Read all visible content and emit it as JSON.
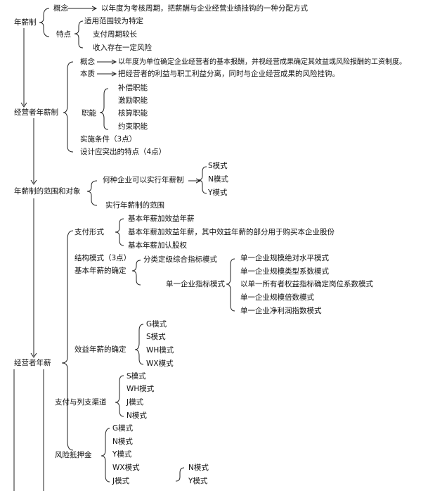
{
  "root": {
    "nianxinzhi": "年薪制",
    "jingyingzhe_nianxinzhi": "经营者年薪制",
    "fanwei_duixiang": "年薪制的范围和对象",
    "jingyingzhe_nianxin": "经营者年薪"
  },
  "sec1": {
    "gainian": "概念",
    "gainian_text": "以年度为考核周期，把薪酬与企业经营业绩挂钩的一种分配方式",
    "tedian": "特点",
    "tedian_items": [
      "适用范围较为特定",
      "支付周期较长",
      "收入存在一定风险"
    ]
  },
  "sec2": {
    "gainian": "概念",
    "gainian_text": "以年度为单位确定企业经营者的基本报酬，并视经营成果确定其效益或风险报酬的工资制度。",
    "benzhi": "本质",
    "benzhi_text": "把经营者的利益与职工利益分离，同时与企业经营成果的风险挂钩。",
    "zhineng": "职能",
    "zhineng_items": [
      "补偿职能",
      "激励职能",
      "核算职能",
      "约束职能"
    ],
    "shishi": "实施条件（3点）",
    "sheji": "设计应突出的特点（4点）"
  },
  "sec3": {
    "hezhong": "何种企业可以实行年薪制",
    "modes": [
      "S模式",
      "N模式",
      "Y模式"
    ],
    "fanwei": "实行年薪制的范围"
  },
  "sec4": {
    "zhifu_xingshi": "支付形式",
    "zhifu_items": [
      "基本年薪加效益年薪",
      "基本年薪加效益年薪，其中效益年薪的部分用于购买本企业股份",
      "基本年薪加认股权"
    ],
    "jiegou": "结构模式（3点）",
    "jiben_queding": "基本年薪的确定",
    "fenlei": "分类定级综合指标模式",
    "danyi": "单一企业指标模式",
    "danyi_items": [
      "单一企业规模绝对水平模式",
      "单一企业规模类型系数模式",
      "以单一所有者权益指标确定岗位系数模式",
      "单一企业规模倍数模式",
      "单一企业净利润指数模式"
    ],
    "xiaoyi_queding": "效益年薪的确定",
    "xiaoyi_modes": [
      "G模式",
      "S模式",
      "WH模式",
      "WX模式"
    ],
    "zhifu_qudao": "支付与列支渠道",
    "qudao_modes": [
      "S模式",
      "WH模式",
      "J模式",
      "N模式"
    ],
    "fengxian": "风险抵押金",
    "fengxian_modes": [
      "G模式",
      "N模式",
      "Y模式",
      "WX模式",
      "J模式"
    ],
    "j_sub": [
      "N模式",
      "Y模式"
    ]
  }
}
